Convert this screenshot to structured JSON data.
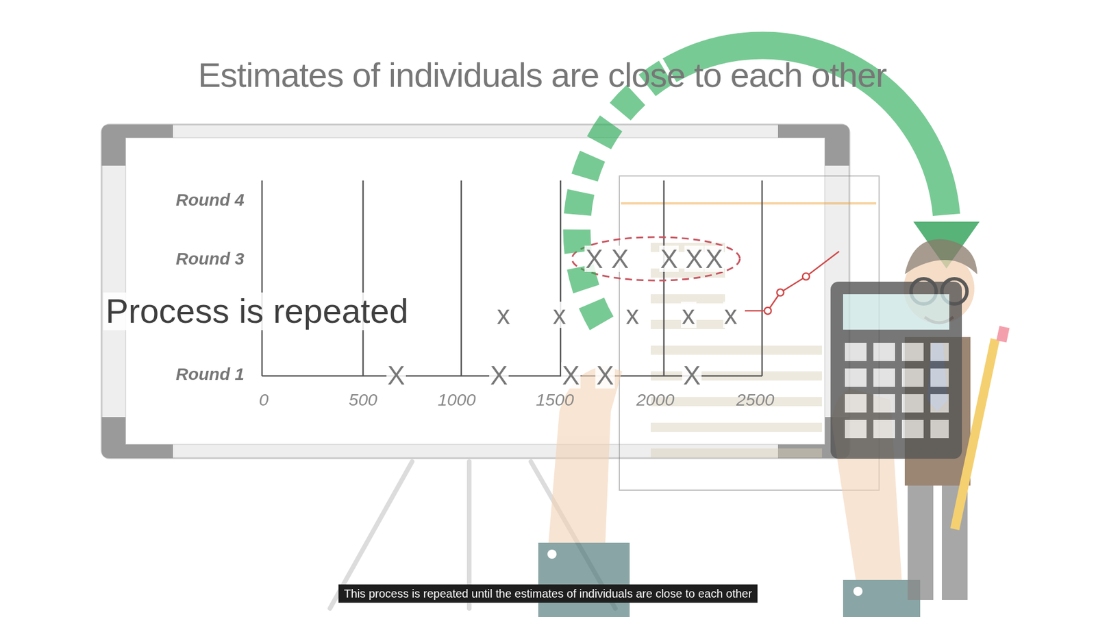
{
  "diagram": {
    "title": "Estimates of individuals are close to each other",
    "caption": "This process is repeated until the estimates of individuals are close to each other",
    "labels": [
      "Process is repeated",
      "Round 4",
      "Round 3",
      "Round 1",
      "0",
      "500",
      "1000",
      "1500",
      "2000",
      "2500",
      "X",
      "X",
      "X",
      "X",
      "X",
      "x",
      "x",
      "x",
      "x",
      "x",
      "X",
      "X",
      "X",
      "X",
      "X"
    ]
  }
}
